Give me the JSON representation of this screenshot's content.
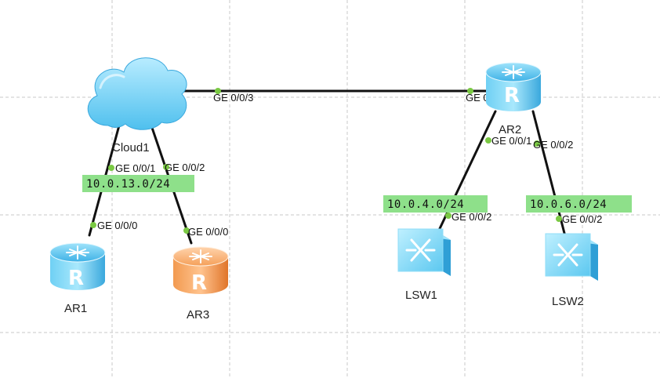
{
  "colors": {
    "grid": "#c8c8c8",
    "link": "#111111",
    "port_dot": "#7ac943",
    "subnet_bg": "#8ee08a",
    "device_blue": "#58c3ec",
    "device_orange": "#f0883a"
  },
  "devices": {
    "cloud1": {
      "name": "Cloud1",
      "icon": "cloud-icon"
    },
    "ar1": {
      "name": "AR1",
      "icon": "router-icon"
    },
    "ar2": {
      "name": "AR2",
      "icon": "router-icon"
    },
    "ar3": {
      "name": "AR3",
      "icon": "router-icon"
    },
    "lsw1": {
      "name": "LSW1",
      "icon": "switch-icon"
    },
    "lsw2": {
      "name": "LSW2",
      "icon": "switch-icon"
    }
  },
  "subnets": {
    "net13": "10.0.13.0/24",
    "net4": "10.0.4.0/24",
    "net6": "10.0.6.0/24"
  },
  "ports": {
    "cloud1_ar2": "GE 0/0/3",
    "ar2_cloud1": "GE 0/0/0",
    "cloud1_ar1": "GE 0/0/1",
    "cloud1_ar3": "GE 0/0/2",
    "ar1_cloud1": "GE 0/0/0",
    "ar3_cloud1": "GE 0/0/0",
    "ar2_lsw1": "GE 0/0/1",
    "ar2_lsw2": "GE 0/0/2",
    "lsw1_ar2": "GE 0/0/2",
    "lsw2_ar2": "GE 0/0/2"
  }
}
